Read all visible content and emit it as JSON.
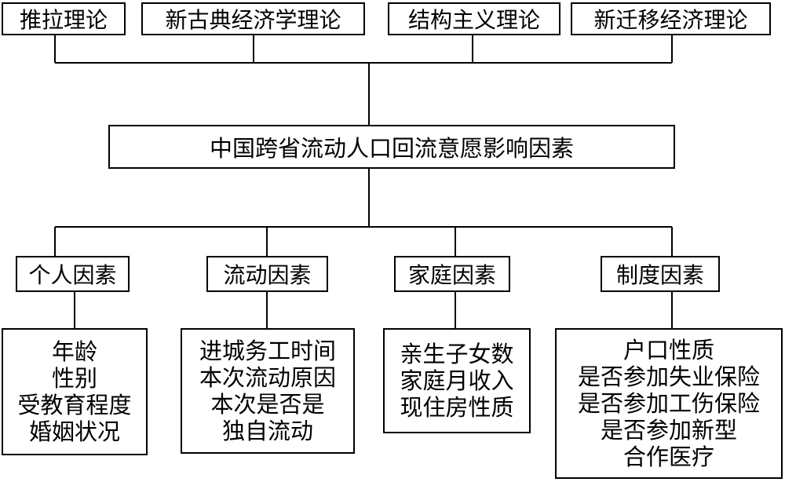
{
  "theories": [
    "推拉理论",
    "新古典经济学理论",
    "结构主义理论",
    "新迁移经济理论"
  ],
  "center": "中国跨省流动人口回流意愿影响因素",
  "categories": [
    {
      "label": "个人因素",
      "items": [
        "年龄",
        "性别",
        "受教育程度",
        "婚姻状况"
      ]
    },
    {
      "label": "流动因素",
      "items": [
        "进城务工时间",
        "本次流动原因",
        "本次是否是",
        "独自流动"
      ]
    },
    {
      "label": "家庭因素",
      "items": [
        "亲生子女数",
        "家庭月收入",
        "现住房性质"
      ]
    },
    {
      "label": "制度因素",
      "items": [
        "户口性质",
        "是否参加失业保险",
        "是否参加工伤保险",
        "是否参加新型",
        "合作医疗"
      ]
    }
  ]
}
